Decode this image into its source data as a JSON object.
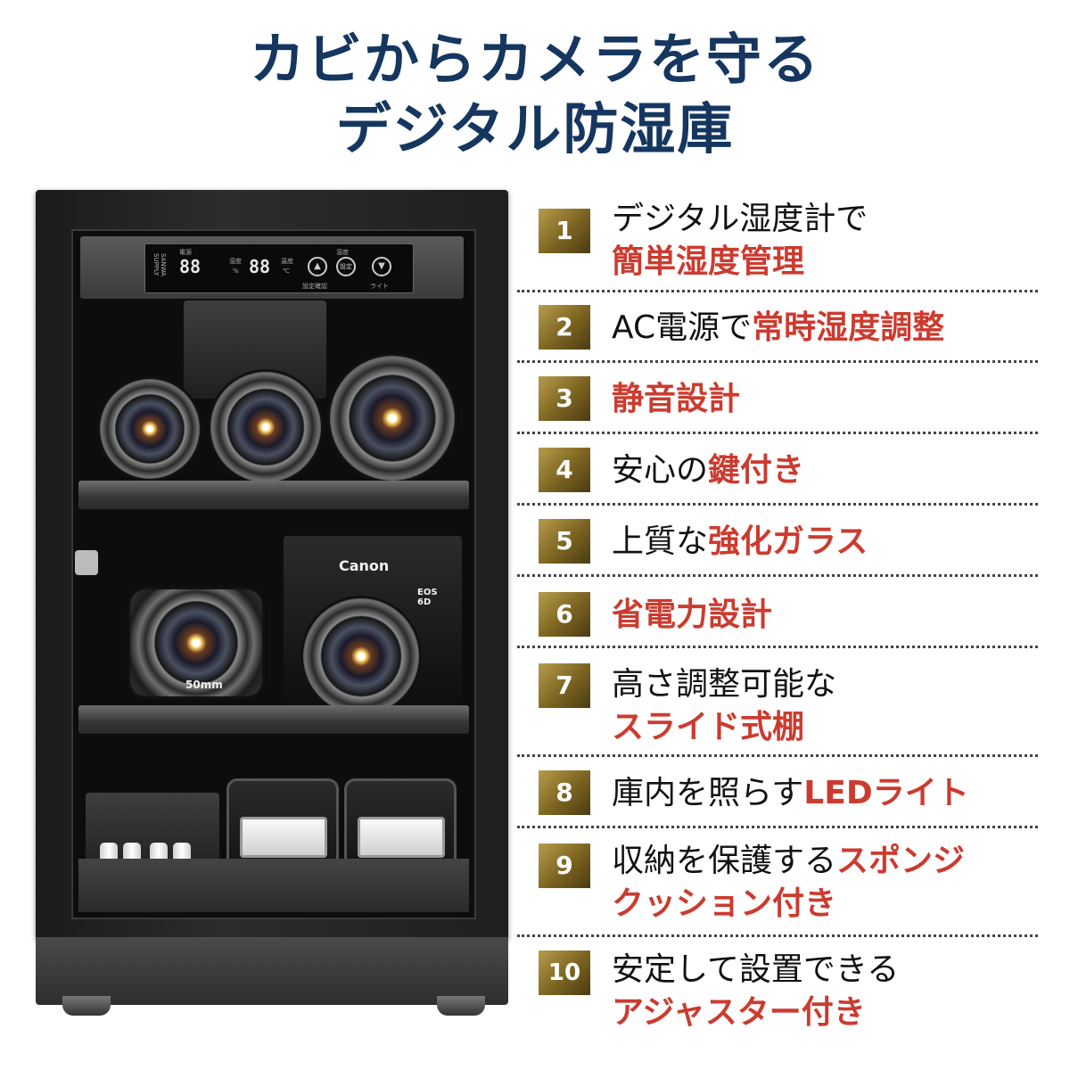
{
  "headline": {
    "line1": "カビからカメラを守る",
    "line2": "デジタル防湿庫"
  },
  "cabinet": {
    "panel_brand": "SANWA SUPPLY",
    "power_label": "電源",
    "humidity_digits": "88",
    "humidity_label": "湿度",
    "humidity_unit": "%",
    "temp_digits": "88",
    "temp_label": "温度",
    "temp_unit": "℃",
    "humidity_set_label": "湿度",
    "button_up": "▲",
    "button_set": "設定",
    "button_down": "▼",
    "setting_confirm_label": "設定確認",
    "light_label": "ライト",
    "camera_brand": "Canon",
    "camera_model": "EOS 6D",
    "lens_focal": "50mm"
  },
  "features": [
    {
      "number": "1",
      "text": "デジタル湿度計で",
      "highlight": "簡単湿度管理"
    },
    {
      "number": "2",
      "text": "AC電源で",
      "highlight": "常時湿度調整"
    },
    {
      "number": "3",
      "text": "",
      "highlight": "静音設計"
    },
    {
      "number": "4",
      "text": "安心の",
      "highlight": "鍵付き"
    },
    {
      "number": "5",
      "text": "上質な",
      "highlight": "強化ガラス"
    },
    {
      "number": "6",
      "text": "",
      "highlight": "省電力設計"
    },
    {
      "number": "7",
      "text": "高さ調整可能な",
      "highlight": "スライド式棚"
    },
    {
      "number": "8",
      "text": "庫内を照らす",
      "highlight": "LEDライト"
    },
    {
      "number": "9",
      "text": "収納を保護する",
      "highlight": "スポンジ",
      "highlight2": "クッション付き"
    },
    {
      "number": "10",
      "text": "安定して設置できる",
      "highlight": "アジャスター付き"
    }
  ],
  "colors": {
    "title": "#15365f",
    "highlight": "#cc3b2f",
    "badge": "#7a6320"
  }
}
